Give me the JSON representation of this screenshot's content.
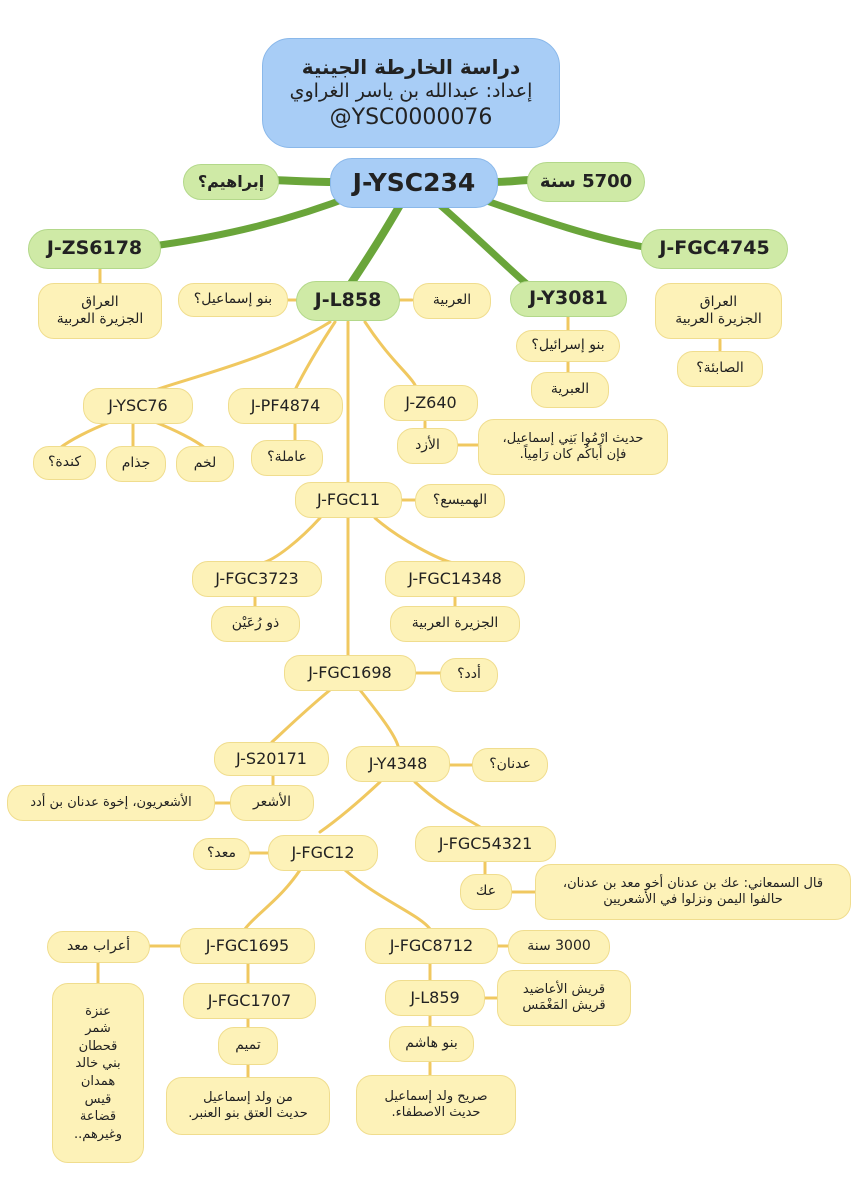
{
  "title": {
    "line1": "دراسة الخارطة الجينية",
    "line2": "إعداد: عبدالله بن ياسر الغراوي",
    "line3": "@YSC0000076"
  },
  "nodes": {
    "root": "J-YSC234",
    "ibrahim": "إبراهيم؟",
    "age5700": "5700 سنة",
    "zs6178": "J-ZS6178",
    "fgc4745": "J-FGC4745",
    "zs6178_note": "العراق\nالجزيرة العربية",
    "fgc4745_note": "العراق\nالجزيرة العربية",
    "sabians": "الصابئة؟",
    "l858": "J-L858",
    "ismail": "بنو إسماعيل؟",
    "arabic": "العربية",
    "y3081": "J-Y3081",
    "israel": "بنو إسرائيل؟",
    "hebrew": "العبرية",
    "ysc76": "J-YSC76",
    "pf4874": "J-PF4874",
    "z640": "J-Z640",
    "kinda": "كندة؟",
    "judham": "جذام",
    "lakhm": "لخم",
    "amila": "عاملة؟",
    "azd": "الأزد",
    "hadith_ramy": "حديث ارْمُوا بَنِي إسماعيل،\nفإن أباكُم كان رَامِياً.",
    "fgc11": "J-FGC11",
    "humaysa": "الهميسع؟",
    "fgc3723": "J-FGC3723",
    "fgc14348": "J-FGC14348",
    "dhu_ruayn": "ذو رُعَيْن",
    "jazira": "الجزيرة العربية",
    "fgc1698": "J-FGC1698",
    "udad": "أدد؟",
    "s20171": "J-S20171",
    "y4348": "J-Y4348",
    "adnan": "عدنان؟",
    "ashar": "الأشعر",
    "asharis": "الأشعريون، إخوة عدنان بن أدد",
    "fgc12": "J-FGC12",
    "maad": "معد؟",
    "fgc54321": "J-FGC54321",
    "akk": "عك",
    "samani": "قال السمعاني: عك بن عدنان أخو معد بن عدنان،\nحالفوا اليمن ونزلوا في الأشعريين",
    "fgc1695": "J-FGC1695",
    "arab_maad": "أعراب معد",
    "fgc8712": "J-FGC8712",
    "age3000": "3000 سنة",
    "tribes_list": "عنزة\nشمر\nقحطان\nبني خالد\nهمدان\nقيس\nقضاعة\nوغيرهم..",
    "fgc1707": "J-FGC1707",
    "l859": "J-L859",
    "quraysh": "قريش الأعاضيد\nقريش المَغْمَس",
    "tamim": "تميم",
    "banu_hashim": "بنو هاشم",
    "ismail_child": "من ولد إسماعيل\nحديث العتق بنو العنبر.",
    "sarih": "صريح ولد إسماعيل\nحديث الاصطفاء."
  },
  "colors": {
    "title_fill": "#a8cdf6",
    "haplogroup_green": "#cfeaa6",
    "branch_yellow": "#fdf2b8",
    "thick_link": "#6aa53a",
    "thin_link": "#f0c860"
  }
}
